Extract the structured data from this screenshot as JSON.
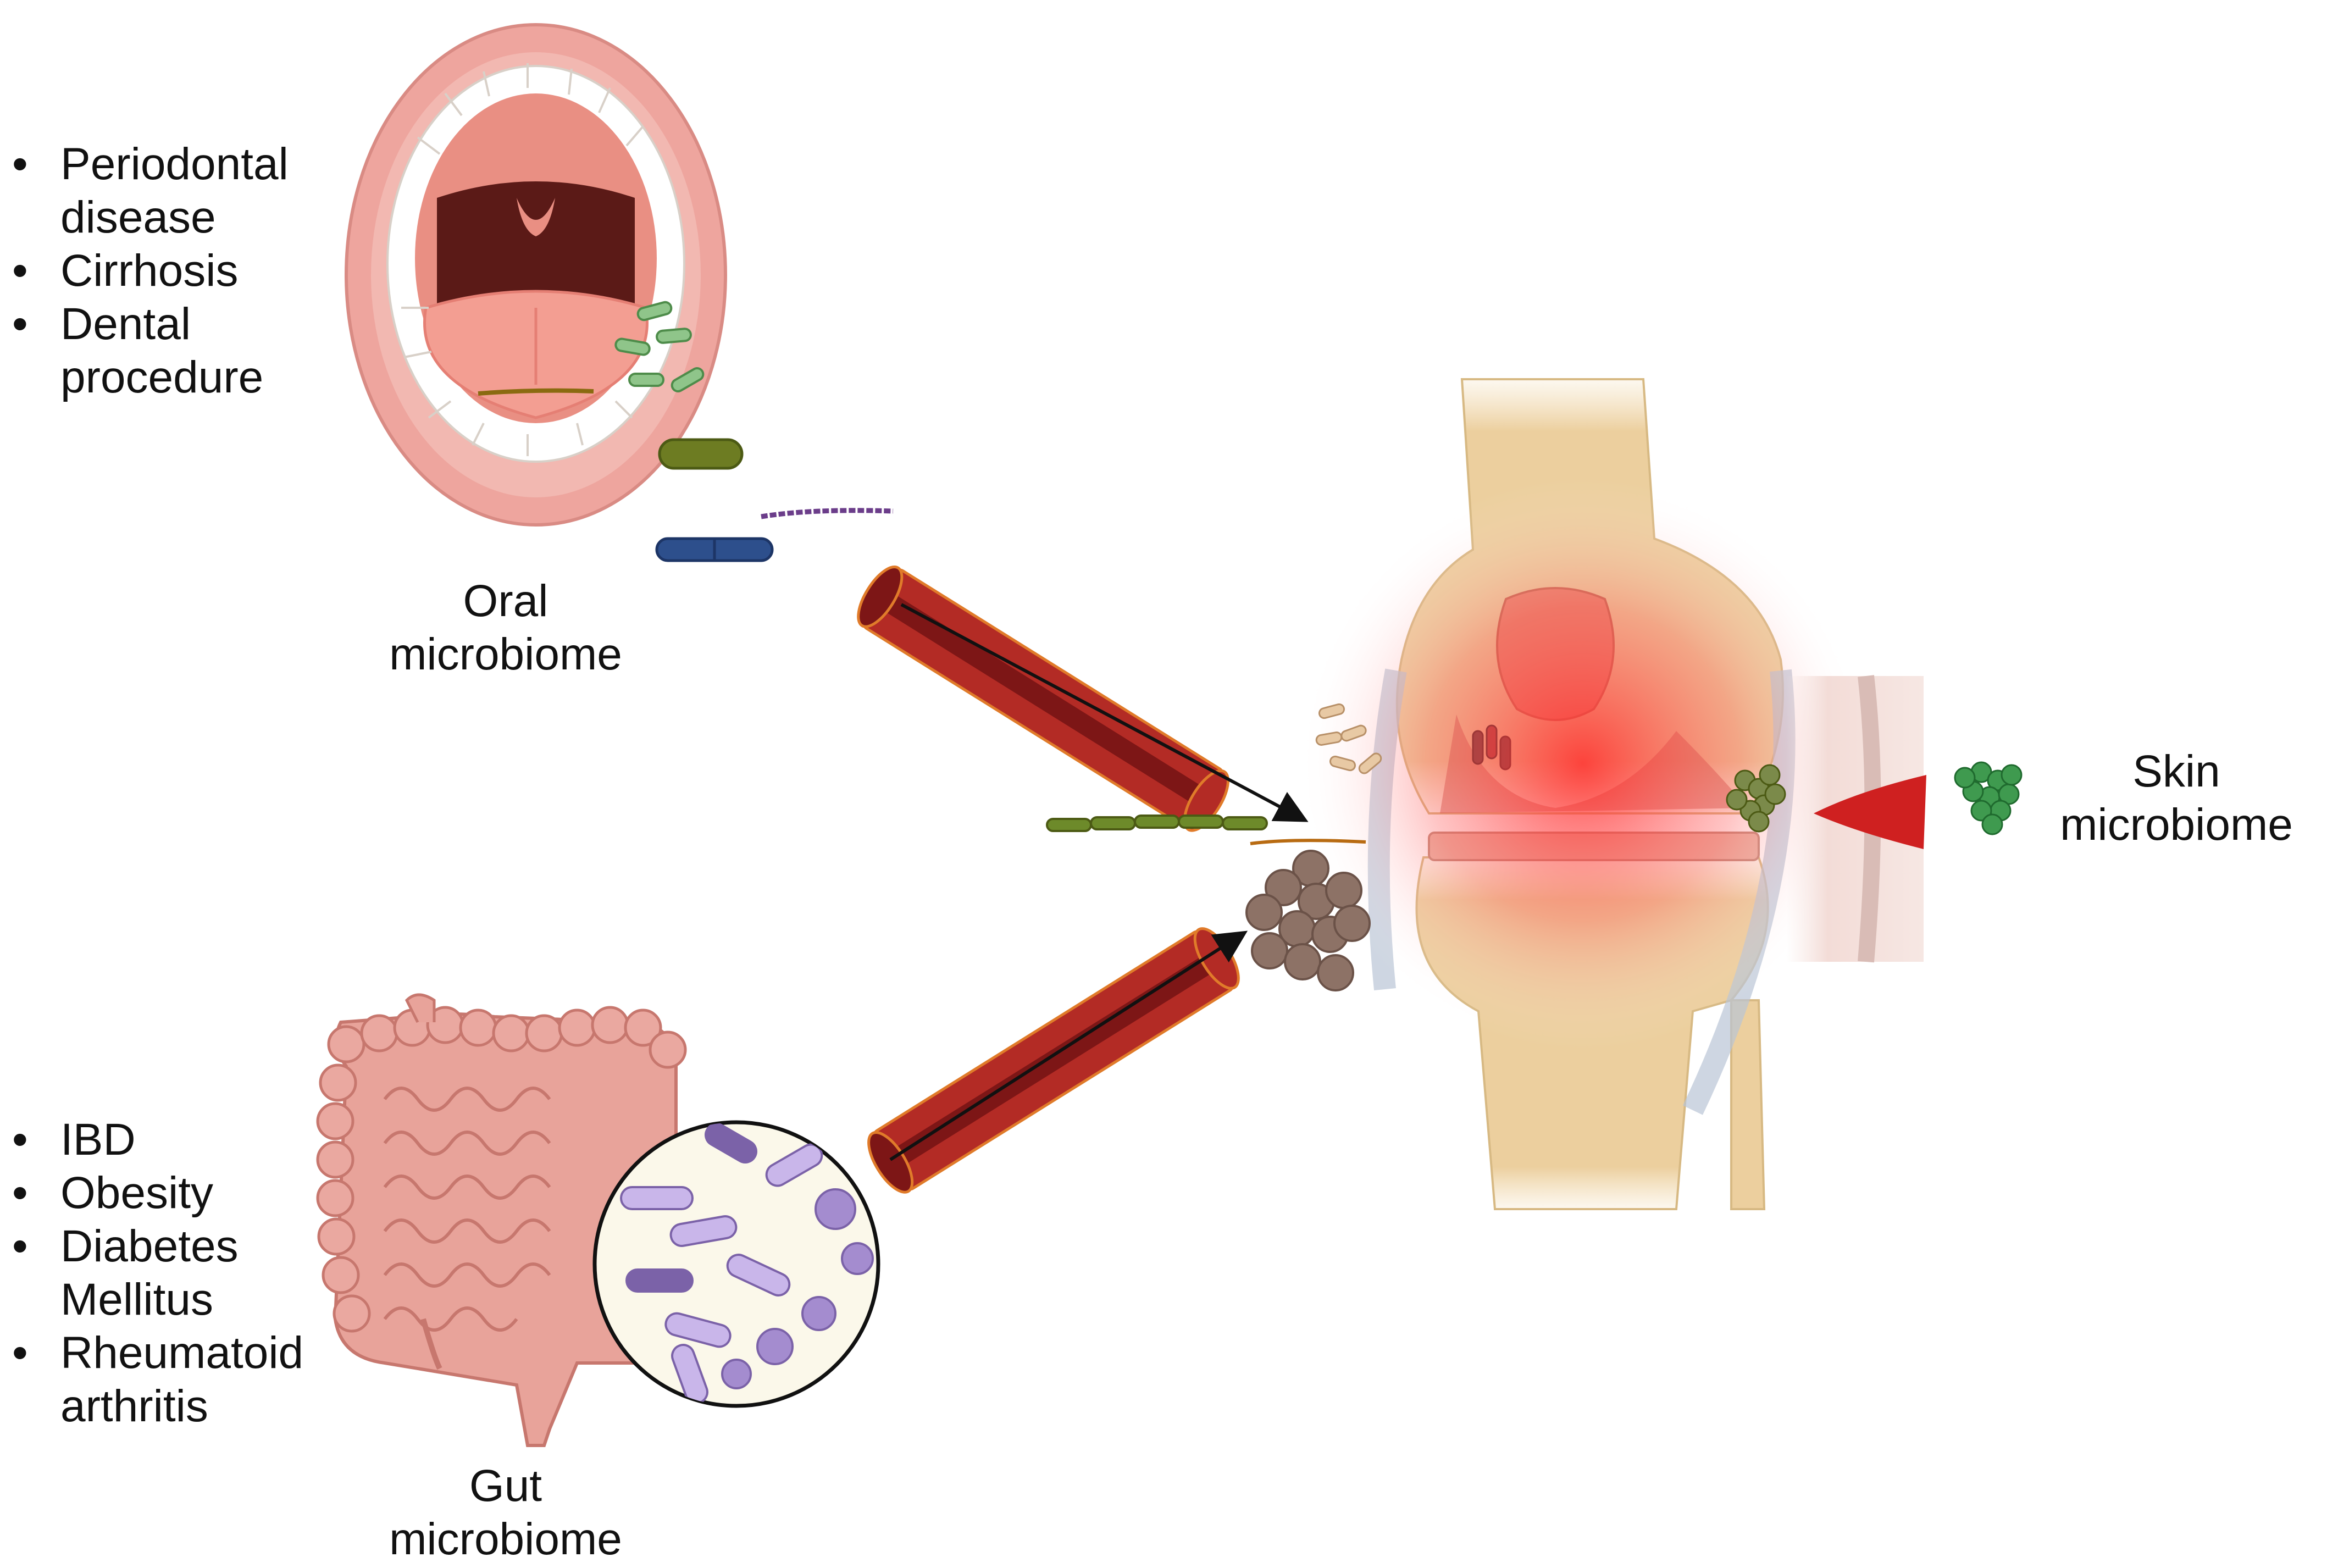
{
  "oral": {
    "conditions": [
      "Periodontal\ndisease",
      "Cirrhosis",
      "Dental\nprocedure"
    ],
    "label": "Oral\nmicrobiome"
  },
  "gut": {
    "conditions": [
      "IBD",
      "Obesity",
      "Diabetes\nMellitus",
      "Rheumatoid\narthritis"
    ],
    "label": "Gut\nmicrobiome"
  },
  "skin": {
    "label": "Skin\nmicrobiome"
  },
  "colors": {
    "vessel": "#b32b25",
    "vessel_lumen": "#7d1616",
    "inflammation": "#ff3b3b",
    "bone": "#eccf9e",
    "bacteria_green": "#6d8a2a",
    "bacteria_blue": "#2d4f8c",
    "bacteria_purple": "#a48ccf",
    "cluster_brown": "#8d7266",
    "skin_microbe": "#3f9a4f"
  },
  "icons": [
    "open-mouth-icon",
    "intestine-icon",
    "microscope-lens-icon",
    "knee-joint-icon",
    "blood-vessel-icon",
    "skin-wound-icon",
    "bacteria-icon"
  ]
}
